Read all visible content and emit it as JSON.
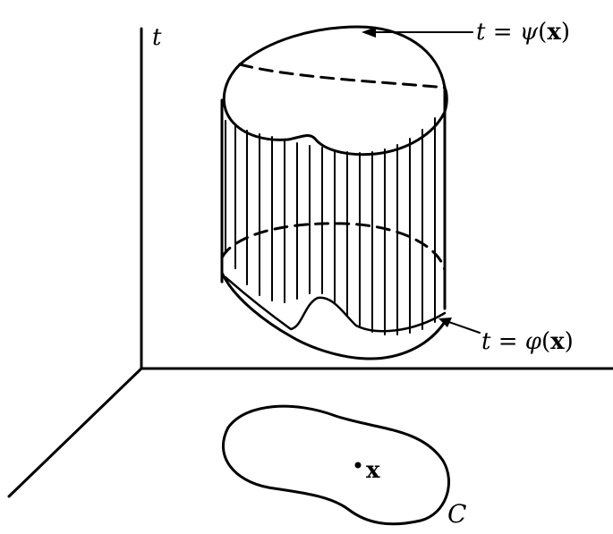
{
  "labels": {
    "t_axis": "t",
    "upper_t": "t",
    "upper_eq": " = ",
    "upper_fn": "ψ",
    "upper_open": "(",
    "upper_var": "x",
    "upper_close": ")",
    "lower_t": "t",
    "lower_eq": " = ",
    "lower_fn": "φ",
    "lower_open": "(",
    "lower_var": "x",
    "lower_close": ")",
    "point": "x",
    "curve": "C"
  },
  "colors": {
    "ink": "#000000",
    "background": "#ffffff"
  }
}
